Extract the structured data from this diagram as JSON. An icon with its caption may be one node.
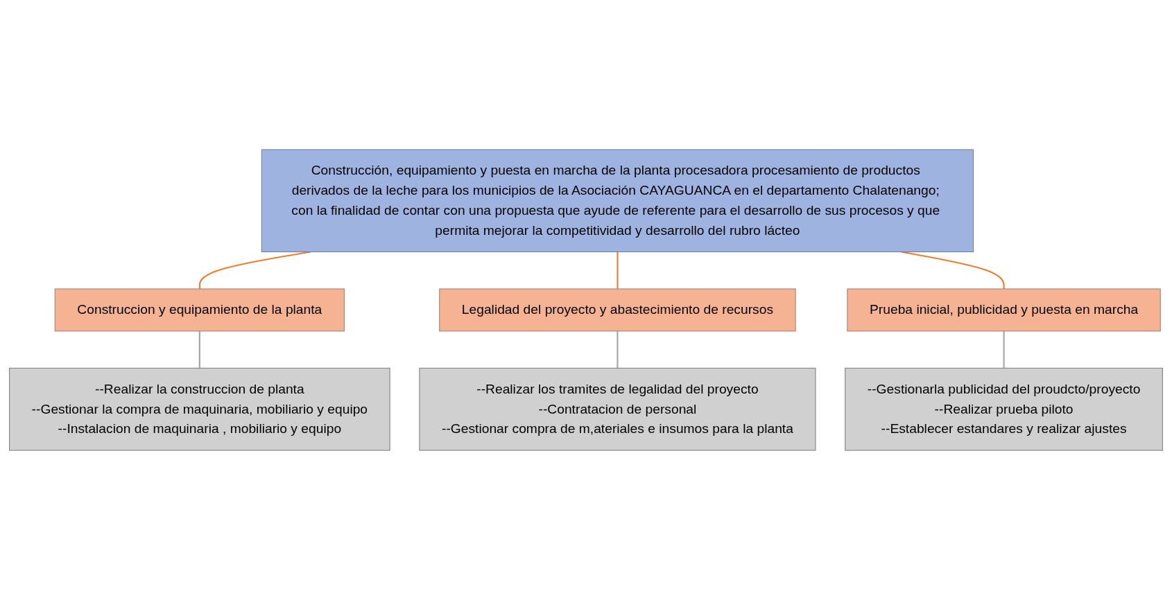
{
  "diagram": {
    "nodes": [
      {
        "text": [
          "Construcción, equipamiento y puesta en marcha de la planta procesadora procesamiento de productos derivados de la leche para los municipios de la Asociación CAYAGUANCA en el departamento Chalatenango; con la finalidad de contar con una propuesta que ayude de referente para el desarrollo de sus procesos y que permita mejorar la competitividad y desarrollo del rubro lácteo"
        ]
      },
      {
        "text": [
          "Construccion y equipamiento de la planta"
        ]
      },
      {
        "text": [
          "Legalidad del proyecto y abastecimiento de recursos"
        ]
      },
      {
        "text": [
          "Prueba inicial, publicidad y puesta en marcha"
        ]
      },
      {
        "text": [
          "--Realizar la construccion de planta",
          "--Gestionar la compra de maquinaria, mobiliario y equipo",
          "--Instalacion de maquinaria , mobiliario y equipo"
        ]
      },
      {
        "text": [
          "--Realizar los tramites de legalidad del proyecto",
          "--Contratacion de personal",
          "--Gestionar compra de m,ateriales e insumos para la planta"
        ]
      },
      {
        "text": [
          "--Gestionarla publicidad del proudcto/proyecto",
          "--Realizar prueba piloto",
          "--Establecer estandares y realizar ajustes"
        ]
      }
    ],
    "edges": [
      {
        "from": 0,
        "to": 1,
        "arrow": "none",
        "color": "#ed7d31"
      },
      {
        "from": 0,
        "to": 2,
        "arrow": "none",
        "color": "#ed7d31"
      },
      {
        "from": 0,
        "to": 3,
        "arrow": "none",
        "color": "#ed7d31"
      },
      {
        "from": 1,
        "to": 4,
        "arrow": "none",
        "color": "#a5a5a5"
      },
      {
        "from": 2,
        "to": 5,
        "arrow": "none",
        "color": "#a5a5a5"
      },
      {
        "from": 3,
        "to": 6,
        "arrow": "none",
        "color": "#a5a5a5"
      }
    ]
  }
}
